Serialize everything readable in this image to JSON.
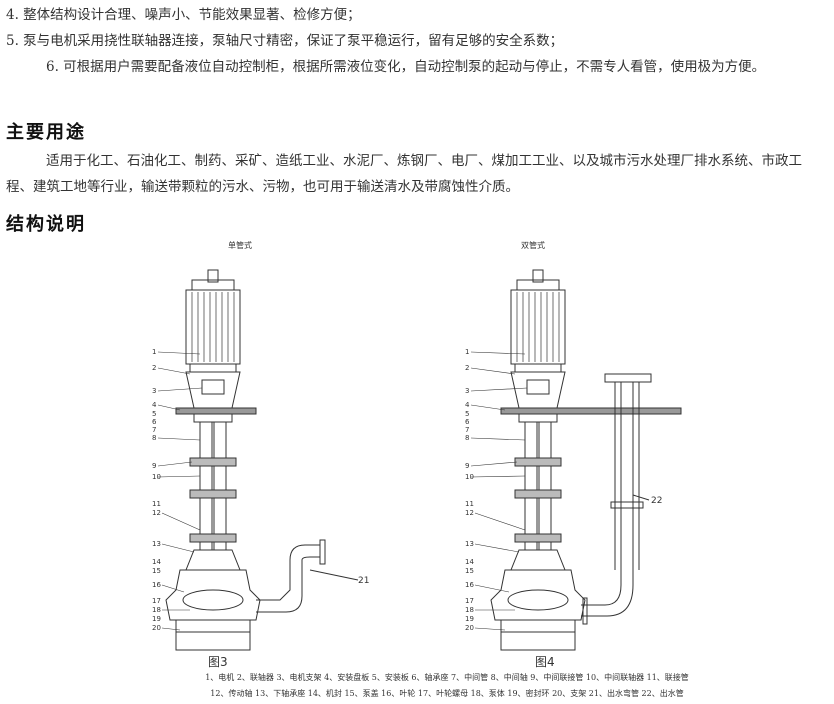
{
  "intro_lines": {
    "line4": "4. 整体结构设计合理、噪声小、节能效果显著、检修方便；",
    "line5": "5. 泵与电机采用挠性联轴器连接，泵轴尺寸精密，保证了泵平稳运行，留有足够的安全系数；",
    "line6": "6. 可根据用户需要配备液位自动控制柜，根据所需液位变化，自动控制泵的起动与停止，不需专人看管，使用极为方便。"
  },
  "usage": {
    "heading": "主要用途",
    "text": "适用于化工、石油化工、制药、采矿、造纸工业、水泥厂、炼钢厂、电厂、煤加工工业、以及城市污水处理厂排水系统、市政工程、建筑工地等行业，输送带颗粒的污水、污物，也可用于输送清水及带腐蚀性介质。"
  },
  "structure": {
    "heading": "结构说明",
    "fig3": {
      "title": "单管式",
      "caption": "图3",
      "callouts": [
        "1",
        "2",
        "3",
        "4",
        "5",
        "6",
        "7",
        "8",
        "9",
        "10",
        "11",
        "12",
        "13",
        "14",
        "15",
        "16",
        "17",
        "18",
        "19",
        "20"
      ],
      "outlet_label": "21"
    },
    "fig4": {
      "title": "双管式",
      "caption": "图4",
      "callouts": [
        "1",
        "2",
        "3",
        "4",
        "5",
        "6",
        "7",
        "8",
        "9",
        "10",
        "11",
        "12",
        "13",
        "14",
        "15",
        "16",
        "17",
        "18",
        "19",
        "20"
      ],
      "pipe_label": "22"
    },
    "legend_line1": "1、电机  2、联轴器  3、电机支架  4、安装盘板  5、安装板  6、轴承座  7、中间管  8、中间轴  9、中间联接管  10、中间联轴器  11、联接管",
    "legend_line2": "12、传动轴  13、下轴承座  14、机封  15、泵盖  16、叶轮  17、叶轮螺母  18、泵体  19、密封环  20、支架  21、出水弯管  22、出水管"
  }
}
